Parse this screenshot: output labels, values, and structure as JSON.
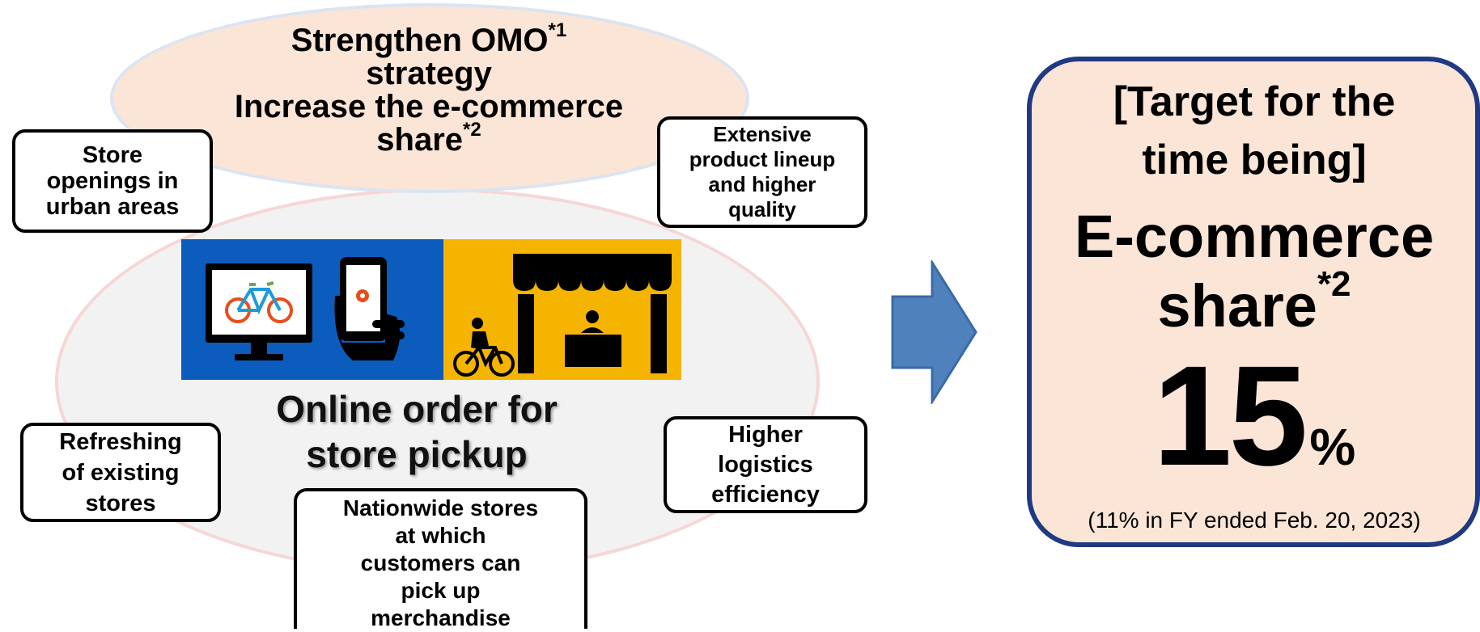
{
  "top": {
    "line1": "Strengthen OMO",
    "sup1": "*1",
    "line2": "strategy",
    "line3": "Increase the e-commerce",
    "line4": "share",
    "sup2": "*2"
  },
  "bubbles": {
    "store_openings": [
      "Store",
      "openings in",
      "urban areas"
    ],
    "product_lineup": [
      "Extensive",
      "product lineup",
      "and higher",
      "quality"
    ],
    "refreshing": [
      "Refreshing",
      "of existing",
      "stores"
    ],
    "logistics": [
      "Higher",
      "logistics",
      "efficiency"
    ],
    "nationwide": [
      "Nationwide stores",
      "at which",
      "customers can",
      "pick up",
      "merchandise"
    ]
  },
  "caption": [
    "Online order for",
    "store pickup"
  ],
  "target": {
    "heading_line1": "[Target for the",
    "heading_line2": "time being]",
    "share_line1": "E-commerce",
    "share_line2": "share",
    "share_sup": "*2",
    "value": "15",
    "unit": "%",
    "note": "(11% in FY ended Feb. 20, 2023)"
  },
  "icons": [
    "monitor-bicycle-icon",
    "smartphone-hand-icon",
    "storefront-icon",
    "cyclist-icon",
    "right-arrow-icon"
  ],
  "colors": {
    "blue_panel": "#0b5cbd",
    "yellow_panel": "#f4b400",
    "arrow": "#4f81bd",
    "target_fill": "#fbe5d6",
    "target_border": "#1f3a82",
    "top_ellipse": "#fbe5d6"
  }
}
